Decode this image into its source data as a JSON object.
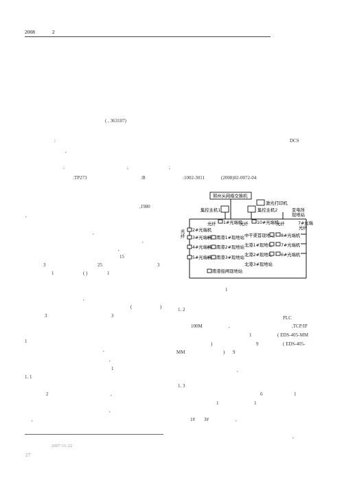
{
  "header": {
    "year": "2008",
    "issue": "2"
  },
  "affiliation": "(                                  ,                   363107)",
  "abstract": {
    "colon": ":",
    "dcs": "DCS",
    "comma": ","
  },
  "keywords": {
    "colon": ":",
    "semi1": ";",
    "semi2": ";"
  },
  "classification": {
    "clc": ":TP273",
    "doc_code": ":B",
    "article_id": ":1002-3011",
    "issue_id": "(2008)02-0072-04"
  },
  "left_column": {
    "l1": ",1980",
    "l2": ",",
    "l3": ",",
    "l4": ",",
    "l5": ",",
    "l6": "15",
    "l7a": "3",
    "l7b": "25",
    "l7c": "3",
    "l8a": "1",
    "l8b": "(     )",
    "l8c": "1",
    "l9a": ",",
    "l9b": "(",
    "l9c": ")",
    "l10a": "3",
    "l10b": "3",
    "l11": "1",
    "l12": ",",
    "l13": ",",
    "l14": "1",
    "section": "1. 1",
    "l15a": "2",
    "l15b": ",",
    "l16": ",",
    "l17": ","
  },
  "diagram": {
    "top_switch": "郭州头网络交换机",
    "printer": "激光打印机",
    "host1": "集控主机1",
    "host2": "集控主机2",
    "substation": [
      "变电所",
      "现地站"
    ],
    "fiber_left": "光纤",
    "fiber_mid": "光纤",
    "fiber_right": "光纤",
    "left_fiber": [
      "光",
      "纤"
    ],
    "sw1": "1#光端机",
    "sw10": "10#光端机",
    "sw7": [
      "7#光端",
      "光纤"
    ],
    "left_units": [
      "2#光端机",
      "3#光端机",
      "4#光端机",
      "5#光端机"
    ],
    "stations_left": [
      "南港1#现地站",
      "南港2#现地站",
      "南港3#现地站"
    ],
    "stations_right": [
      "中干渠首现地站",
      "北港1#现地站",
      "北港2#现地站",
      "北港3#现地站"
    ],
    "right_units": [
      "8#光端机",
      "7#光端机",
      "6#光端机"
    ],
    "bottom_station": "南港船闸现地站",
    "caption": "1"
  },
  "right_column": {
    "sec12": "1. 2",
    "plc": "PLC",
    "r2a": "100M",
    "r2b": ",",
    "r2c": ",TCP/IP",
    "r3a": "1",
    "r3b": "( EDS-405-MM",
    "r4a": ")",
    "r4b": "9",
    "r4c": "( EDS-405-",
    "r5a": "MM",
    "r5b": ")",
    "r5c": "9",
    "r6": ",",
    "sec13": "1. 3",
    "r7a": "6",
    "r7b": "1",
    "r8a": "1",
    "r8b": "1",
    "r9a": "1#",
    "r9b": "3#",
    "r9c": ",",
    "r10": ","
  },
  "footer": {
    "received": "2007-11-22",
    "page": "27"
  }
}
